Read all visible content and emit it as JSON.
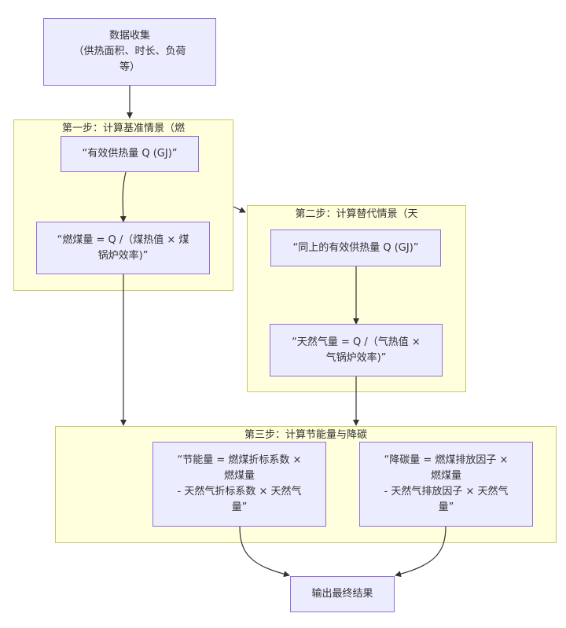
{
  "nodes": {
    "data_collect": "数据收集\n（供热面积、时长、负荷\n等）",
    "s1_q": "“有效供热量 Q (GJ)”",
    "s1_coal": "“燃煤量 = Q /（煤热值 × 煤\n锅炉效率)”",
    "s2_q": "“同上的有效供热量 Q (GJ)”",
    "s2_gas": "“天然气量 = Q /（气热值 ×\n气锅炉效率)”",
    "s3_energy": "“节能量 = 燃煤折标系数 ×\n燃煤量\n- 天然气折标系数 × 天然气\n量”",
    "s3_carbon": "“降碳量 = 燃煤排放因子 ×\n燃煤量\n- 天然气排放因子 × 天然气\n量”",
    "output": "输出最终结果"
  },
  "clusters": {
    "step1": "第一步：计算基准情景（燃",
    "step2": "第二步：计算替代情景（天\n然气）能耗",
    "step3": "第三步：计算节能量与降碳"
  },
  "colors": {
    "node_fill": "#ececff",
    "node_border": "#9370db",
    "cluster_fill": "#ffffde",
    "cluster_border": "#c8c86a",
    "edge": "#333333"
  }
}
